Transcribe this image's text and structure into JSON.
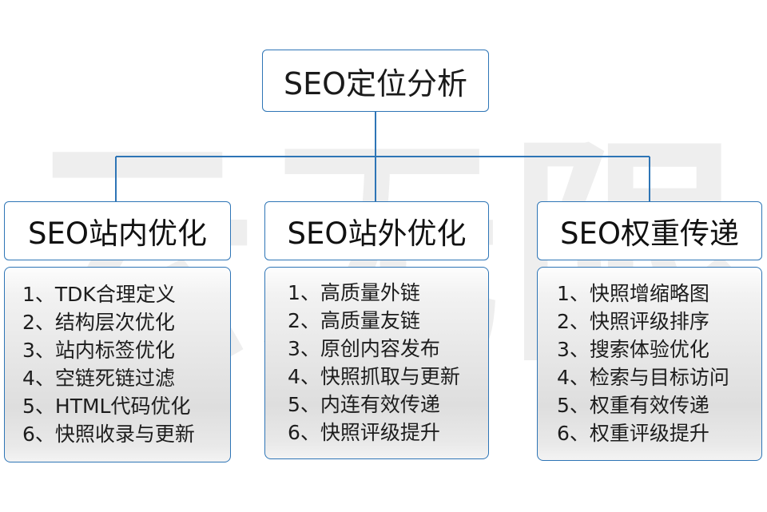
{
  "watermark": {
    "text": "云无限"
  },
  "root": {
    "title": "SEO定位分析"
  },
  "connectors": {
    "line_color": "#2e75b6"
  },
  "theme": {
    "border_color": "#2e75b6",
    "header_bg": "#ffffff",
    "body_bg_top": "#fdfdfd",
    "body_bg_mid": "#e6e6e6",
    "text_color": "#1a1a1a"
  },
  "columns": [
    {
      "title": "SEO站内优化",
      "items": [
        "1、TDK合理定义",
        "2、结构层次优化",
        "3、站内标签优化",
        "4、空链死链过滤",
        "5、HTML代码优化",
        "6、快照收录与更新"
      ]
    },
    {
      "title": "SEO站外优化",
      "items": [
        "1、高质量外链",
        "2、高质量友链",
        "3、原创内容发布",
        "4、快照抓取与更新",
        "5、内连有效传递",
        "6、快照评级提升"
      ]
    },
    {
      "title": "SEO权重传递",
      "items": [
        "1、快照增缩略图",
        "2、快照评级排序",
        "3、搜索体验优化",
        "4、检索与目标访问",
        "5、权重有效传递",
        "6、权重评级提升"
      ]
    }
  ]
}
